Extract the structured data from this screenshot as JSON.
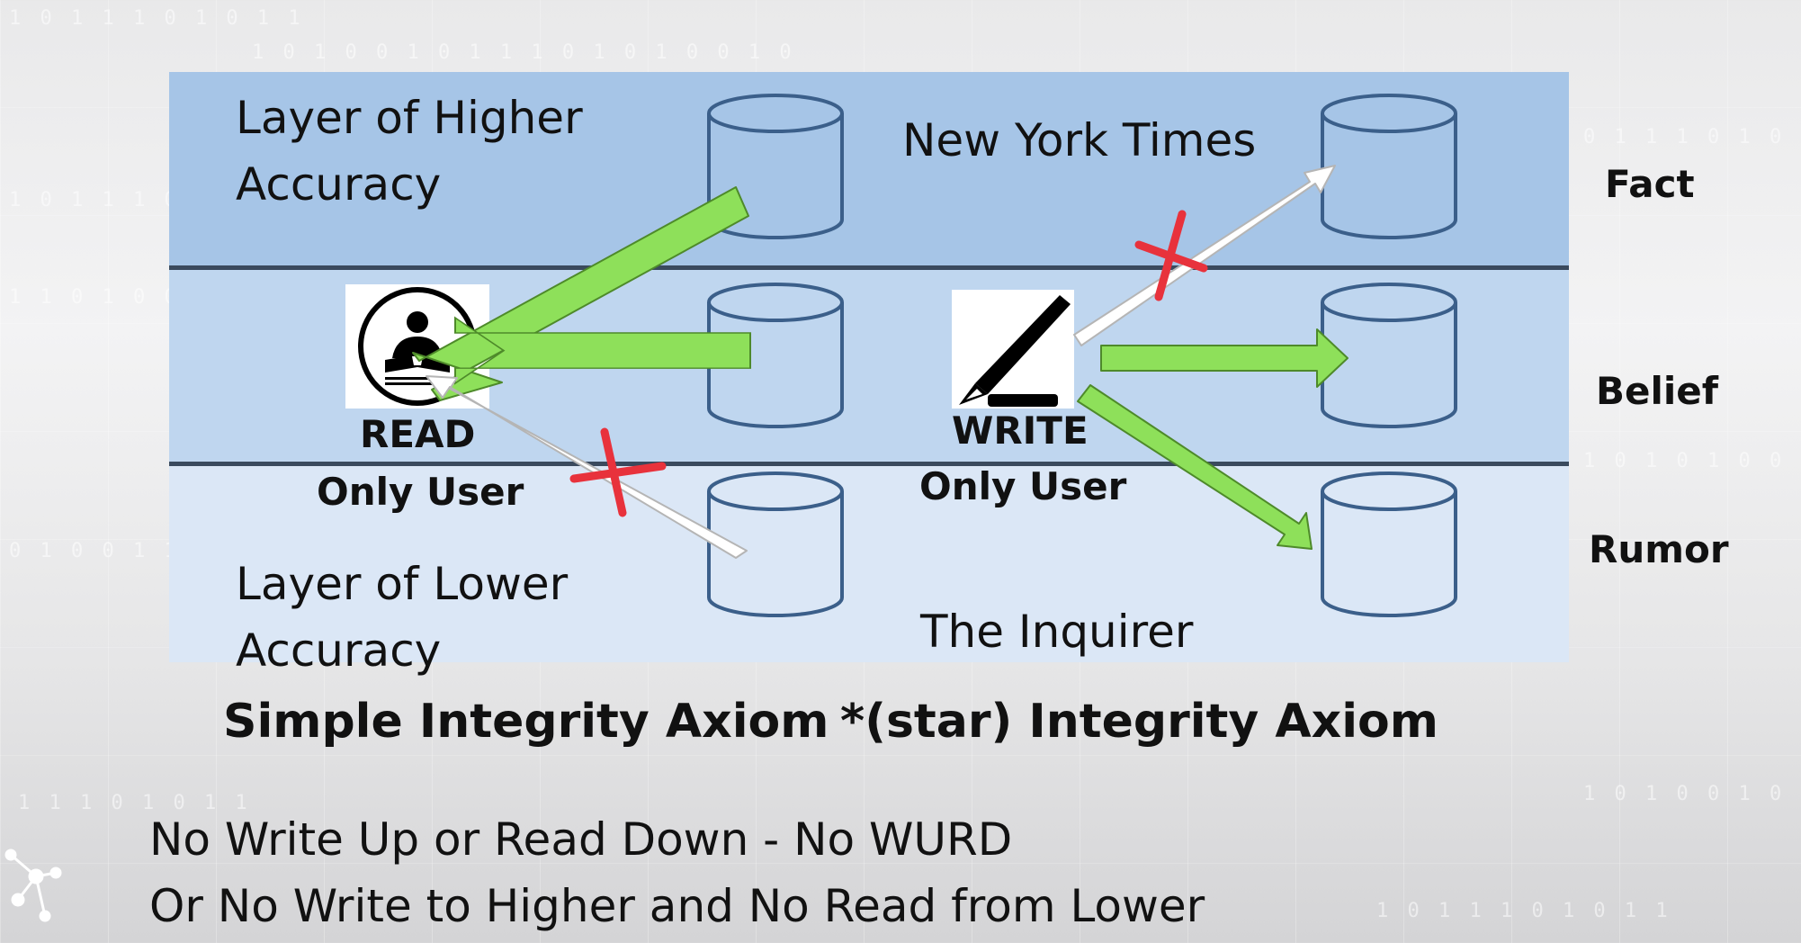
{
  "layers": {
    "top_label_line1": "Layer of Higher",
    "top_label_line2": "Accuracy",
    "bottom_label_line1": "Layer of Lower",
    "bottom_label_line2": "Accuracy"
  },
  "sources": {
    "top": "New York Times",
    "bottom": "The Inquirer"
  },
  "levels": [
    "Fact",
    "Belief",
    "Rumor"
  ],
  "read_user": {
    "title": "READ",
    "subtitle": "Only User",
    "icon": "reader-icon"
  },
  "write_user": {
    "title": "WRITE",
    "subtitle": "Only User",
    "icon": "pen-icon"
  },
  "axioms": {
    "left": "Simple Integrity Axiom",
    "right": "*(star) Integrity Axiom"
  },
  "summary": {
    "line1": "No Write Up or Read Down - No WURD",
    "line2": "Or No Write to Higher and No Read from Lower"
  },
  "colors": {
    "band_top": "#a6c5e7",
    "band_mid": "#bfd6ef",
    "band_bot": "#dbe7f6",
    "allowed_arrow": "#8ee05a",
    "denied_arrow": "#ffffff",
    "cross": "#e8323c",
    "database_stroke": "#3b5f8a"
  }
}
